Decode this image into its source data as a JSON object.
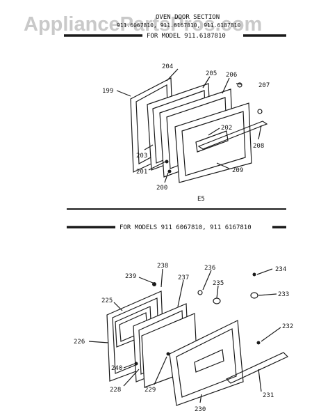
{
  "watermark": "AppliancePartsPros.com",
  "top_section": {
    "title": "OVEN DOOR SECTION",
    "subtitle_obscured": "911.6067810, 911.6167810, 911.6187810",
    "model_line": "FOR MODEL 911.6187810",
    "caption": "E5",
    "callouts": {
      "c199": "199",
      "c204": "204",
      "c205": "205",
      "c206": "206",
      "c207": "207",
      "c202": "202",
      "c203": "203",
      "c208": "208",
      "c201": "201",
      "c200": "200",
      "c209": "209"
    }
  },
  "bottom_section": {
    "model_line": "FOR MODELS 911 6067810, 911 6167810",
    "callouts": {
      "c238": "238",
      "c239": "239",
      "c236": "236",
      "c234": "234",
      "c235": "235",
      "c233": "233",
      "c237": "237",
      "c225": "225",
      "c226": "226",
      "c232": "232",
      "c240": "240",
      "c228": "228",
      "c229": "229",
      "c230": "230",
      "c231": "231"
    }
  }
}
